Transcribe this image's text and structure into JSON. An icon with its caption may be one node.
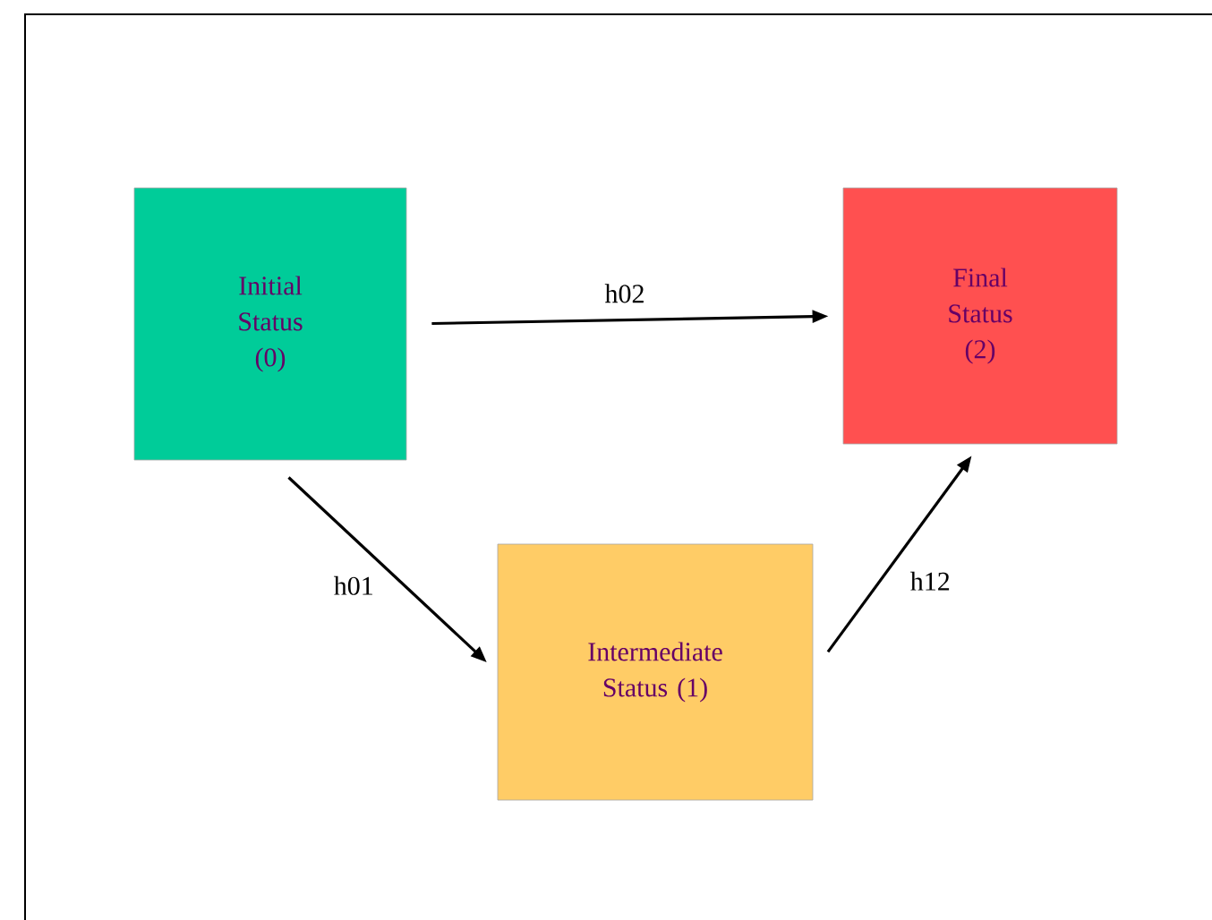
{
  "diagram": {
    "nodes": [
      {
        "text": [
          "Initial Status (0)"
        ]
      },
      {
        "text": [
          "Final Status (2)"
        ]
      },
      {
        "text": [
          "Intermediate Status (1)"
        ]
      }
    ],
    "edges": [
      {
        "from": 0,
        "to": 1,
        "arrow": "to",
        "label": "h02"
      },
      {
        "from": 0,
        "to": 2,
        "arrow": "to",
        "label": "h01"
      },
      {
        "from": 2,
        "to": 1,
        "arrow": "to",
        "label": "h12"
      }
    ]
  }
}
